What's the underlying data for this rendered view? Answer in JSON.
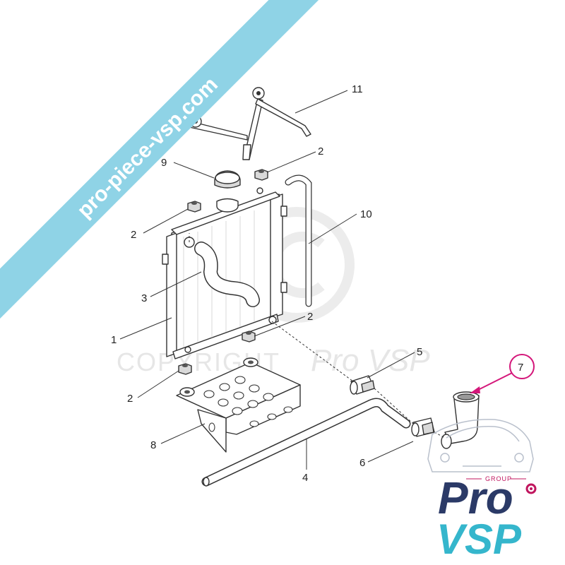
{
  "watermark": {
    "banner_text": "pro-piece-vsp.com",
    "copyright_text": "COPYRIGHT",
    "copyright_brand": "Pro VSP"
  },
  "logo": {
    "group_text": "GROUP",
    "pro_text": "Pro",
    "vsp_text": "VSP",
    "colors": {
      "pro": "#2b3a67",
      "vsp": "#35b6cc",
      "accent": "#c0155e"
    }
  },
  "callouts": {
    "c11": "11",
    "c2_top": "2",
    "c9": "9",
    "c2_upper_left": "2",
    "c10": "10",
    "c3": "3",
    "c2_right": "2",
    "c1": "1",
    "c5": "5",
    "c2_lower_left": "2",
    "c7": "7",
    "c8": "8",
    "c6": "6",
    "c4": "4"
  },
  "highlight_color": "#d4177a",
  "banner_color": "#8fd3e6"
}
